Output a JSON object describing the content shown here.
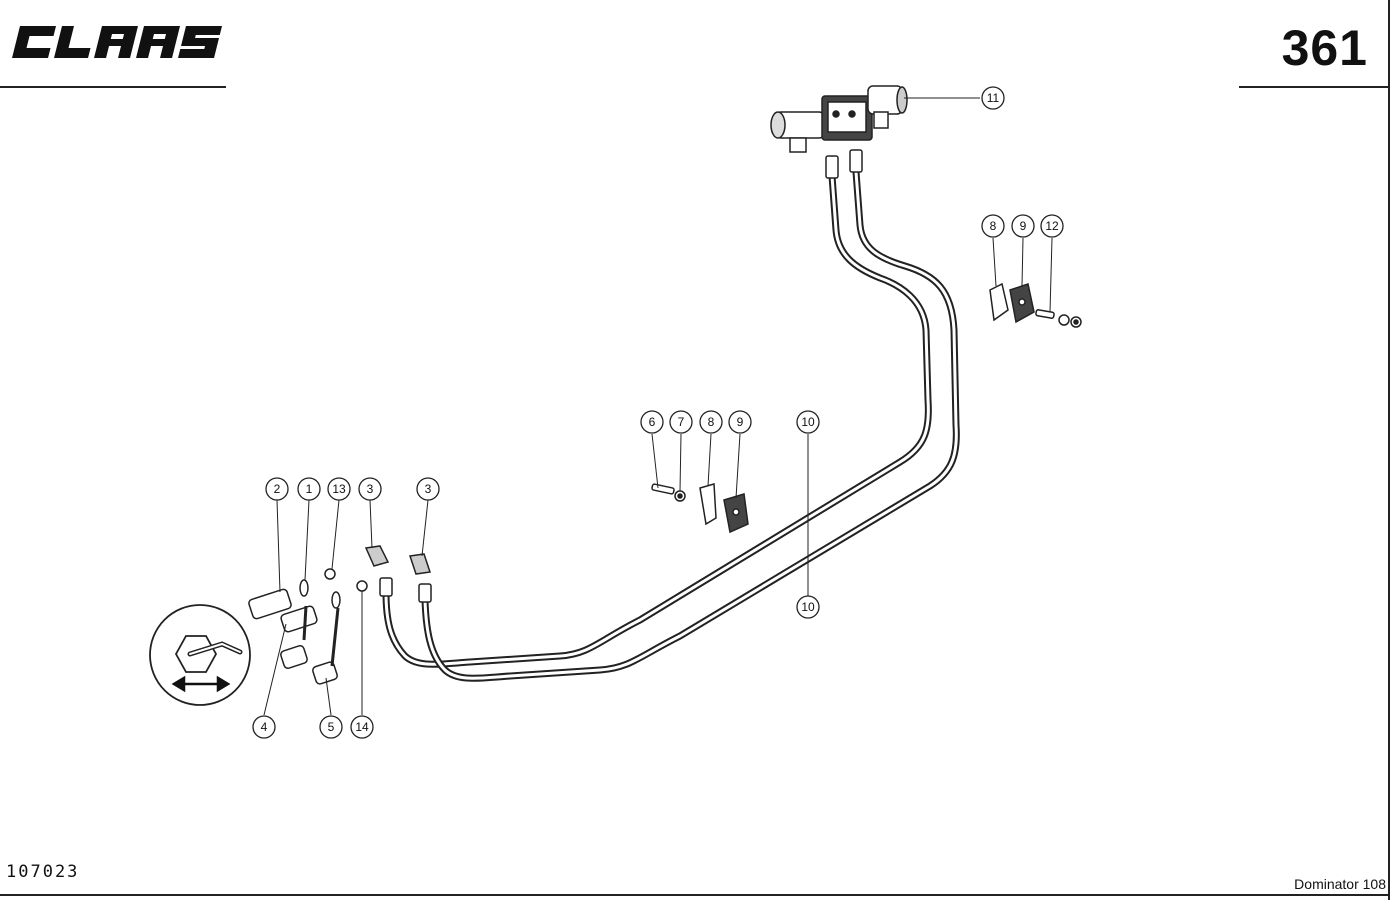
{
  "header": {
    "logo_text": "CLAAS",
    "page_number": "361"
  },
  "footer": {
    "drawing_number": "107023",
    "model_name": "Dominator 108"
  },
  "callouts": [
    {
      "id": "c2",
      "label": "2"
    },
    {
      "id": "c1",
      "label": "1"
    },
    {
      "id": "c13",
      "label": "13"
    },
    {
      "id": "c3a",
      "label": "3"
    },
    {
      "id": "c3b",
      "label": "3"
    },
    {
      "id": "c4",
      "label": "4"
    },
    {
      "id": "c5",
      "label": "5"
    },
    {
      "id": "c14",
      "label": "14"
    },
    {
      "id": "c6",
      "label": "6"
    },
    {
      "id": "c7",
      "label": "7"
    },
    {
      "id": "c8a",
      "label": "8"
    },
    {
      "id": "c9a",
      "label": "9"
    },
    {
      "id": "c10a",
      "label": "10"
    },
    {
      "id": "c10b",
      "label": "10"
    },
    {
      "id": "c11",
      "label": "11"
    },
    {
      "id": "c8b",
      "label": "8"
    },
    {
      "id": "c9b",
      "label": "9"
    },
    {
      "id": "c12",
      "label": "12"
    }
  ],
  "icons": {
    "detail_icon": "wrench-hexagon-icon",
    "arrow_icon": "double-arrow-icon"
  }
}
